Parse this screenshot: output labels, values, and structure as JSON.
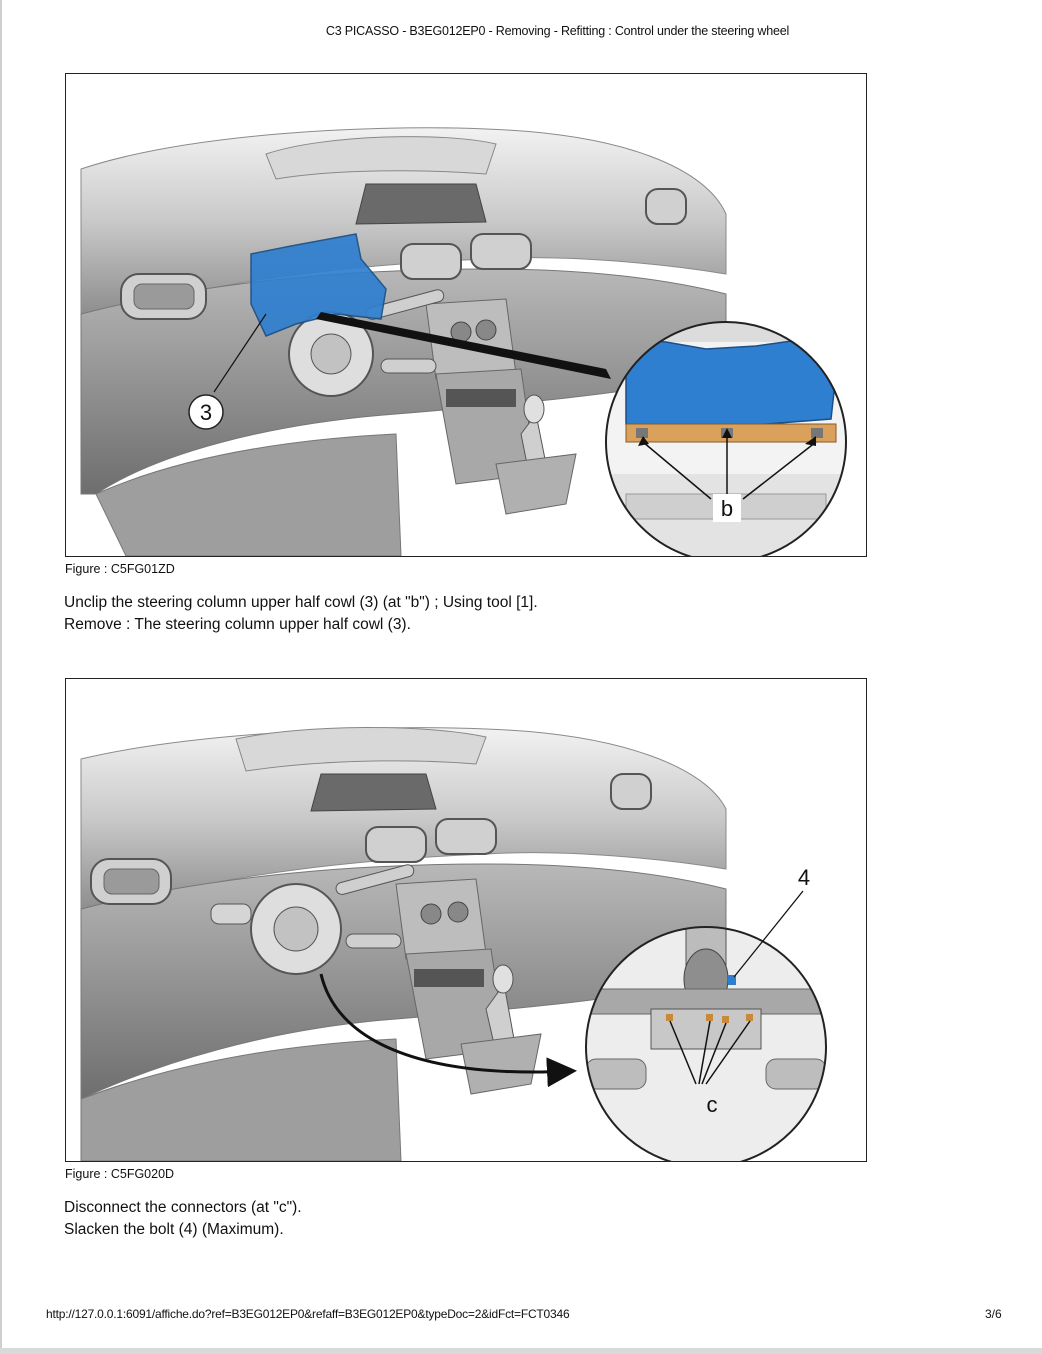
{
  "header": {
    "title": "C3 PICASSO - B3EG012EP0 - Removing - Refitting : Control under the steering wheel"
  },
  "figures": [
    {
      "caption": "Figure : C5FG01ZD",
      "callouts": [
        "3",
        "b"
      ],
      "instructions": [
        "Unclip the steering column upper half cowl (3) (at \"b\") ; Using tool [1].",
        "Remove : The steering column upper half cowl (3)."
      ]
    },
    {
      "caption": "Figure : C5FG020D",
      "callouts": [
        "4",
        "c"
      ],
      "instructions": [
        "Disconnect the connectors  (at \"c\").",
        "Slacken the bolt (4) (Maximum)."
      ]
    }
  ],
  "footer": {
    "url": "http://127.0.0.1:6091/affiche.do?ref=B3EG012EP0&refaff=B3EG012EP0&typeDoc=2&idFct=FCT0346",
    "page": "3/6"
  },
  "colors": {
    "highlight_part": "#2f7fd0",
    "dashboard_light": "#e6e6e6",
    "dashboard_dark": "#9a9a9a",
    "connector": "#c88a3a"
  }
}
